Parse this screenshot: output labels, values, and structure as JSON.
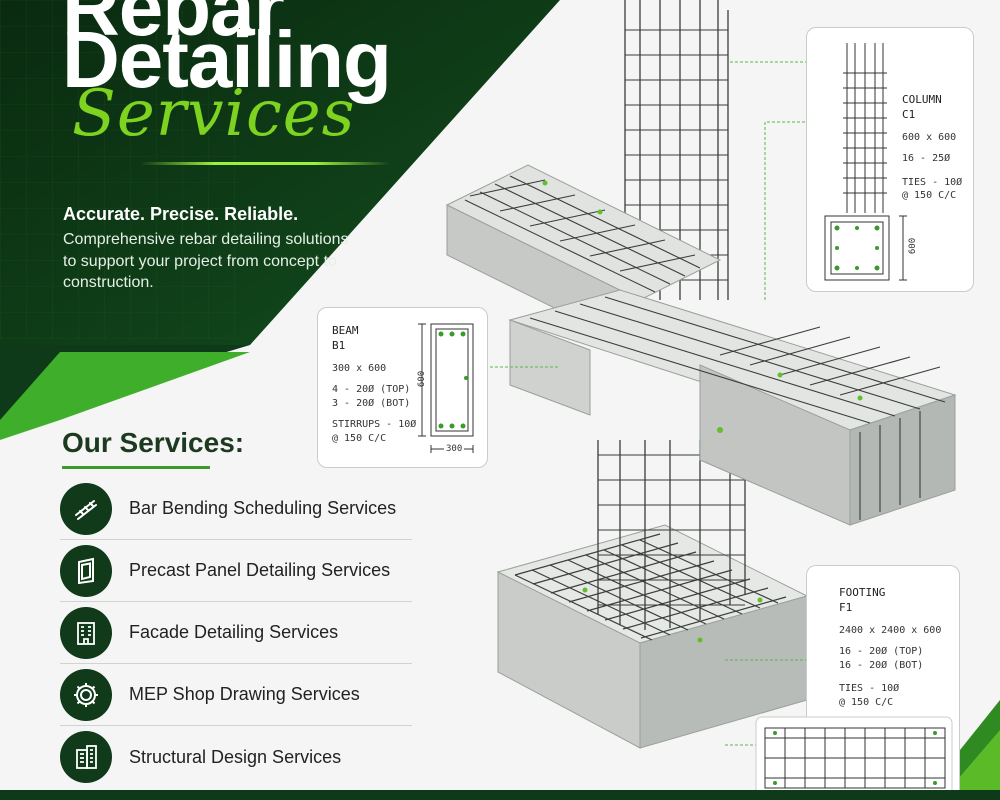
{
  "hero": {
    "title_line1": "Rebar",
    "title_line2": "Detailing",
    "title_script": "Services",
    "tagline": "Accurate. Precise. Reliable.",
    "description": "Comprehensive rebar detailing solutions to support your project from concept to construction."
  },
  "services": {
    "heading": "Our Services:",
    "items": [
      {
        "label": "Bar Bending Scheduling Services",
        "icon": "rebar-bars-icon"
      },
      {
        "label": "Precast Panel Detailing Services",
        "icon": "precast-panel-icon"
      },
      {
        "label": "Facade Detailing Services",
        "icon": "facade-building-icon"
      },
      {
        "label": "MEP Shop Drawing Services",
        "icon": "gear-icon"
      },
      {
        "label": "Structural Design Services",
        "icon": "building-icon"
      }
    ]
  },
  "cards": {
    "column": {
      "title": "COLUMN",
      "id": "C1",
      "size": "600 x 600",
      "bars": "16 - 25Ø",
      "ties_1": "TIES - 10Ø",
      "ties_2": "@ 150 C/C",
      "dim": "600"
    },
    "beam": {
      "title": "BEAM",
      "id": "B1",
      "size": "300 x 600",
      "top": "4 - 20Ø (TOP)",
      "bot": "3 - 20Ø (BOT)",
      "stirrups_1": "STIRRUPS - 10Ø",
      "stirrups_2": "@ 150 C/C",
      "dim_h": "600",
      "dim_w": "300"
    },
    "footing": {
      "title": "FOOTING",
      "id": "F1",
      "size": "2400 x 2400 x 600",
      "top": "16 - 20Ø (TOP)",
      "bot": "16 - 20Ø (BOT)",
      "ties_1": "TIES - 10Ø",
      "ties_2": "@ 150 C/C"
    }
  },
  "colors": {
    "dark_green": "#0f3a19",
    "accent_green": "#7ed321",
    "line_green": "#3a9a2a"
  }
}
